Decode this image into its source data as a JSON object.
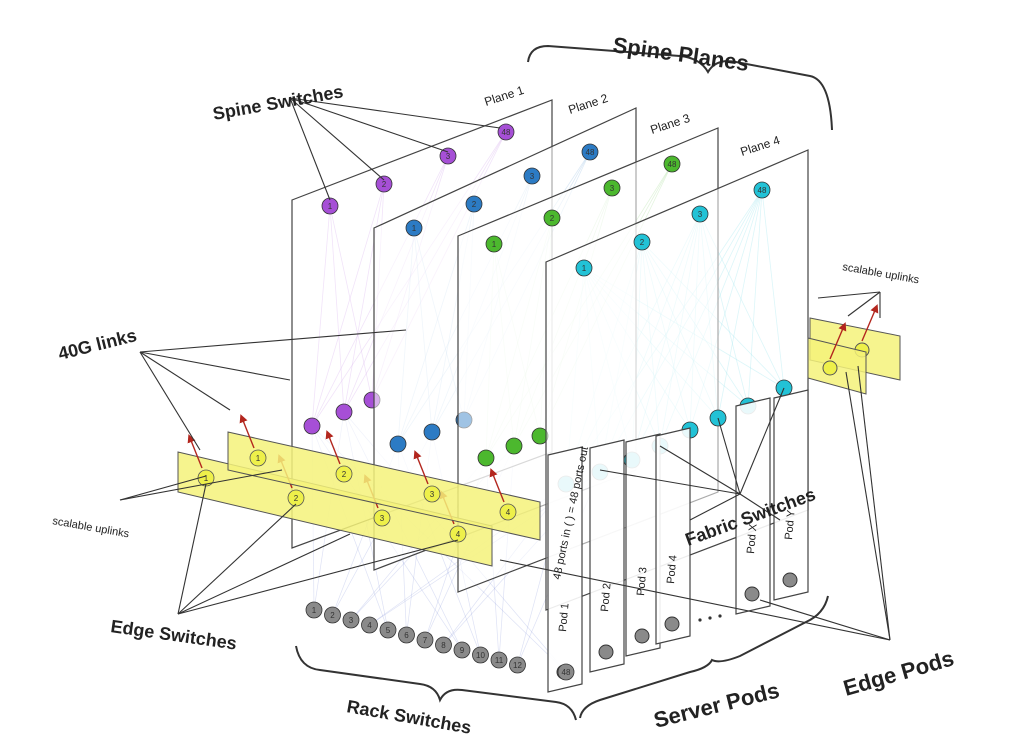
{
  "labels": {
    "spine_planes": "Spine Planes",
    "spine_switches": "Spine Switches",
    "links_40g": "40G links",
    "scalable_uplinks_left": "scalable uplinks",
    "scalable_uplinks_right": "scalable uplinks",
    "edge_switches": "Edge Switches",
    "rack_switches": "Rack Switches",
    "server_pods": "Server Pods",
    "edge_pods": "Edge Pods",
    "fabric_switches": "Fabric Switches",
    "ports_note": "48 ports in (   ) = 48 ports out"
  },
  "planes": [
    {
      "name": "Plane 1",
      "color": "#a64fd6",
      "first": "1",
      "second": "2",
      "third": "3",
      "last": "48"
    },
    {
      "name": "Plane 2",
      "color": "#2c7bc4",
      "first": "1",
      "second": "2",
      "third": "3",
      "last": "48"
    },
    {
      "name": "Plane 3",
      "color": "#4cb82e",
      "first": "1",
      "second": "2",
      "third": "3",
      "last": "48"
    },
    {
      "name": "Plane 4",
      "color": "#22c2d6",
      "first": "1",
      "second": "2",
      "third": "3",
      "last": "48"
    }
  ],
  "edge_pods": [
    {
      "nodes": [
        "1",
        "2",
        "3",
        "4"
      ]
    },
    {
      "nodes": [
        "1",
        "2",
        "3",
        "4"
      ]
    }
  ],
  "pods": [
    "Pod 1",
    "Pod 2",
    "Pod 3",
    "Pod 4",
    "Pod X",
    "Pod Y"
  ],
  "rack_switches": [
    "1",
    "2",
    "3",
    "4",
    "5",
    "6",
    "7",
    "8",
    "9",
    "10",
    "11",
    "12",
    "48"
  ],
  "colors": {
    "edge_pod_fill": "#f4f27a",
    "uplink_arrow": "#b3261e",
    "rack_fill": "#8a8a8a"
  }
}
